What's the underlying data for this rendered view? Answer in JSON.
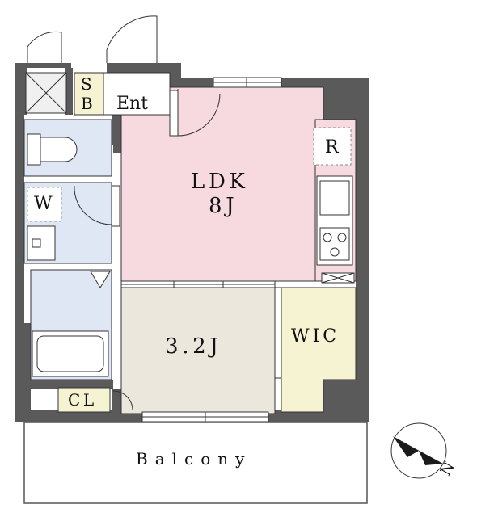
{
  "rooms": {
    "ldk": {
      "name": "LDK",
      "size": "8J",
      "color": "#f7d9e0"
    },
    "bedroom": {
      "size": "3.2J",
      "color": "#ece7dc"
    },
    "wic": {
      "name": "WIC",
      "color": "#f5f3d2"
    },
    "wash": {
      "name": "W",
      "color": "#dfe6f4"
    },
    "toilet": {
      "color": "#dfe6f4"
    },
    "bath": {
      "color": "#dfe6f4"
    },
    "shoe_box": {
      "name": "SB",
      "color": "#f5f3d2"
    },
    "closet": {
      "name": "CL",
      "color": "#f5f3d2"
    },
    "entrance": {
      "name": "Ent"
    },
    "refrigerator": {
      "name": "R"
    },
    "balcony": {
      "name": "Balcony"
    }
  },
  "compass": {
    "label": "N"
  },
  "colors": {
    "wall": "#5a5a5a",
    "line": "#333333"
  }
}
